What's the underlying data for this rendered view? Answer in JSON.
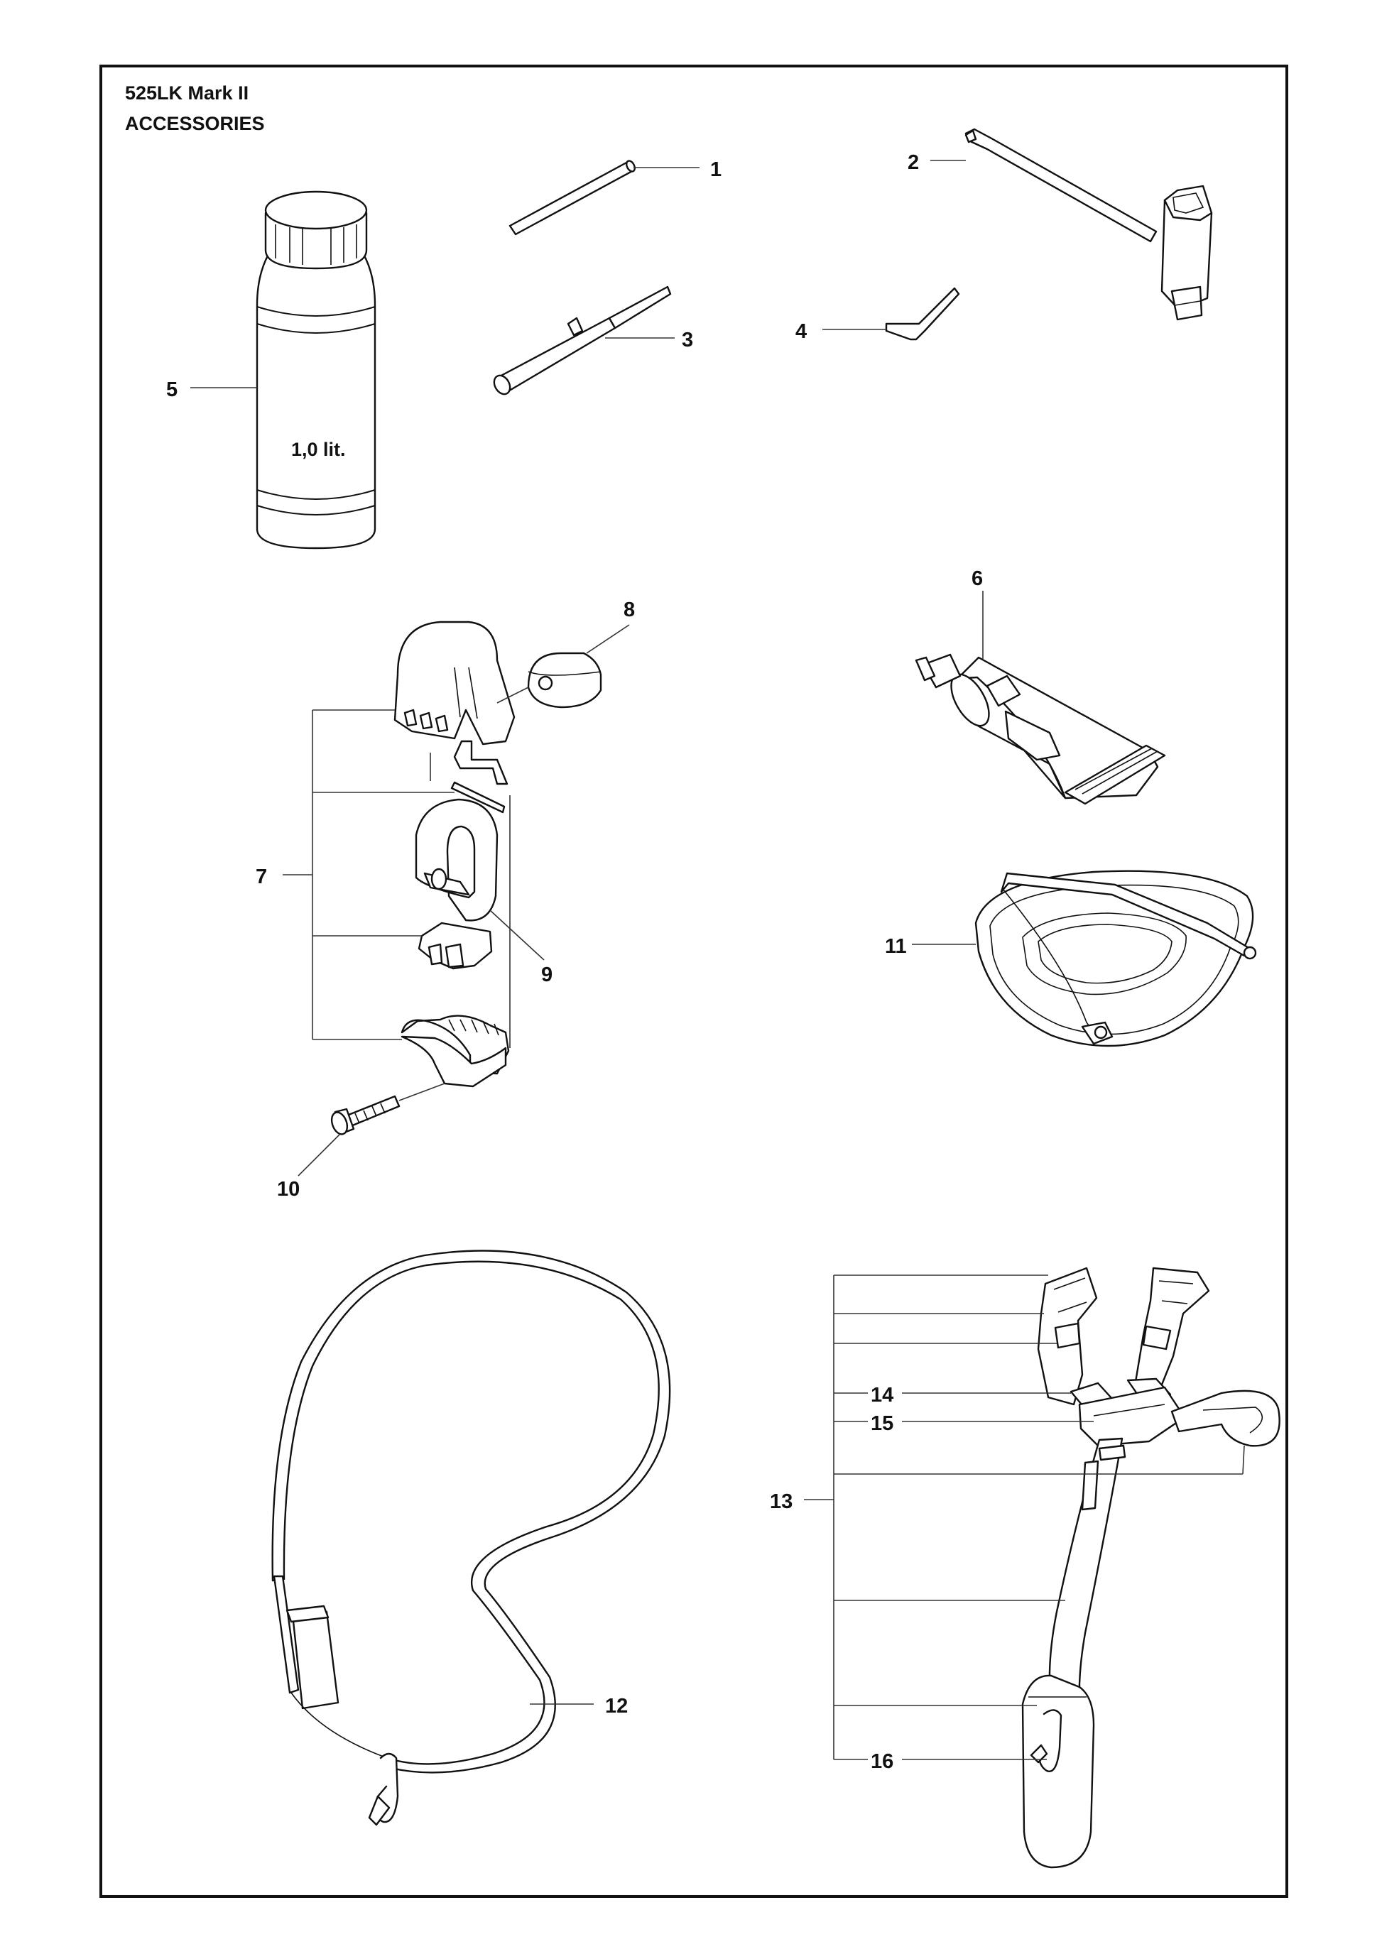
{
  "header": {
    "model": "525LK Mark II",
    "section": "ACCESSORIES"
  },
  "bottle_label": "1,0 lit.",
  "callouts": [
    "1",
    "2",
    "3",
    "4",
    "5",
    "6",
    "7",
    "8",
    "9",
    "10",
    "11",
    "12",
    "13",
    "14",
    "15",
    "16"
  ]
}
